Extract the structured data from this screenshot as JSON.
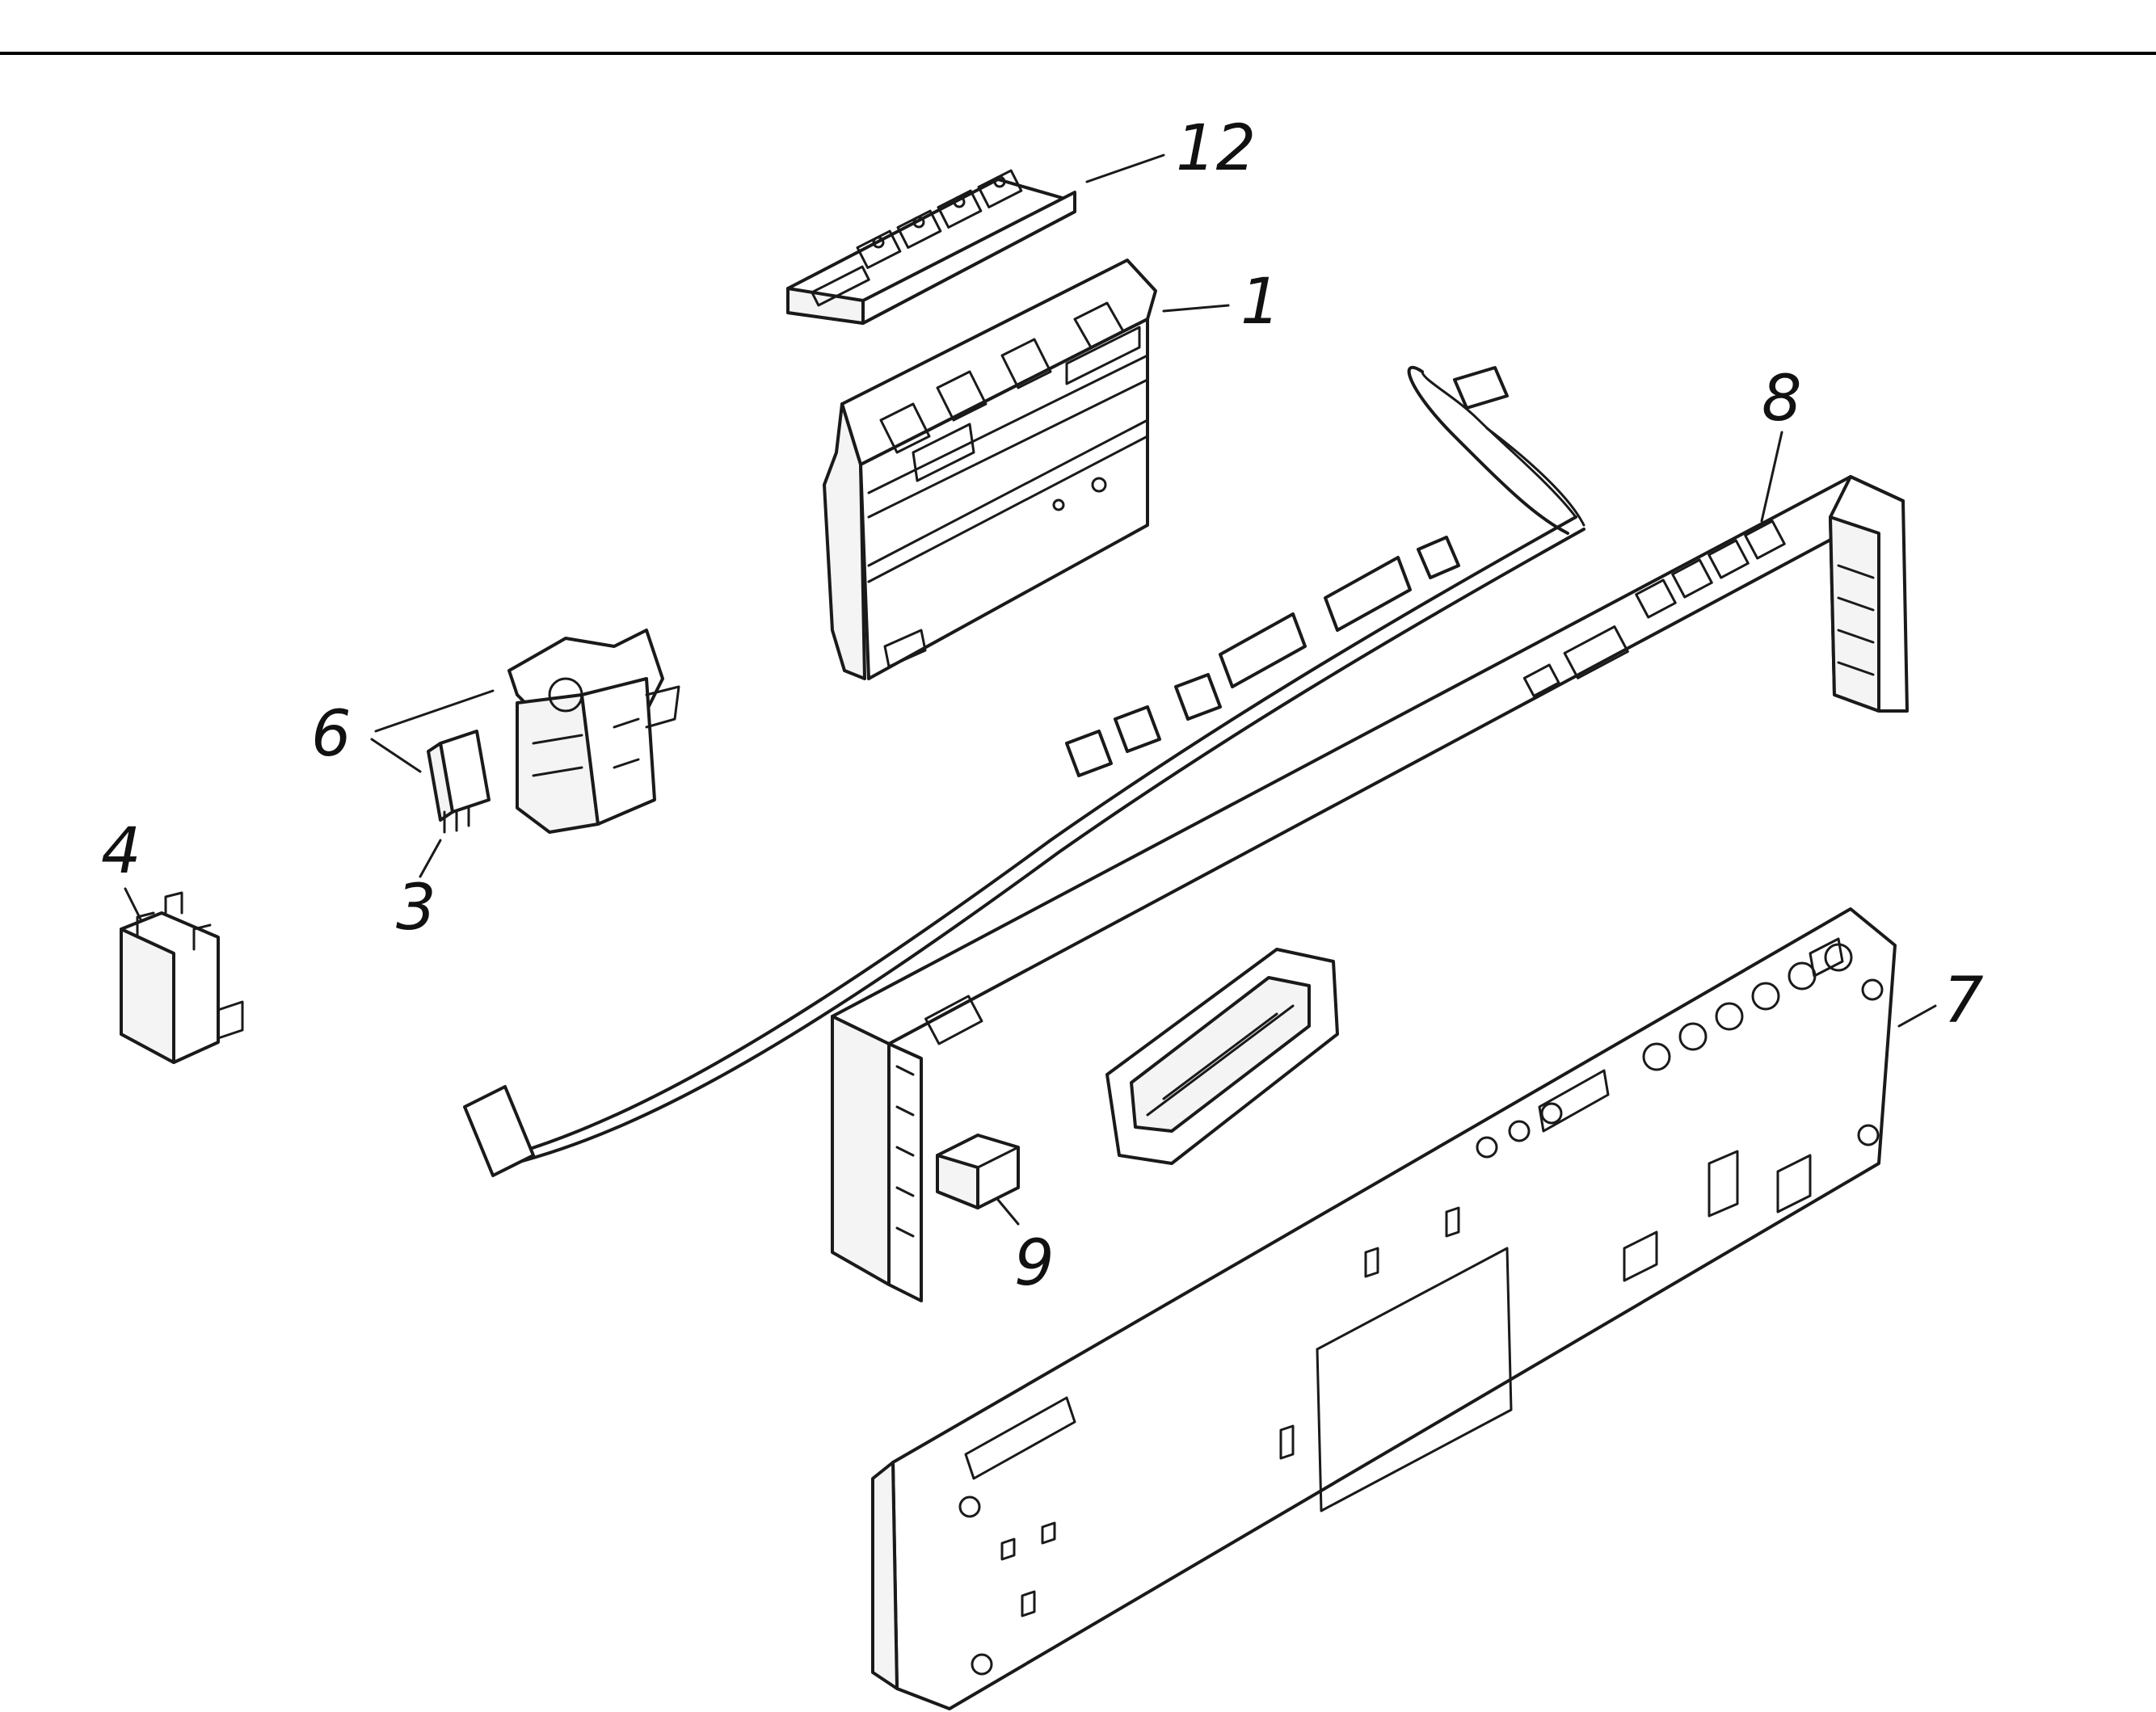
{
  "diagram": {
    "callouts": {
      "c1": "1",
      "c3": "3",
      "c4": "4",
      "c6": "6",
      "c7": "7",
      "c8": "8",
      "c9": "9",
      "c12": "12"
    }
  }
}
